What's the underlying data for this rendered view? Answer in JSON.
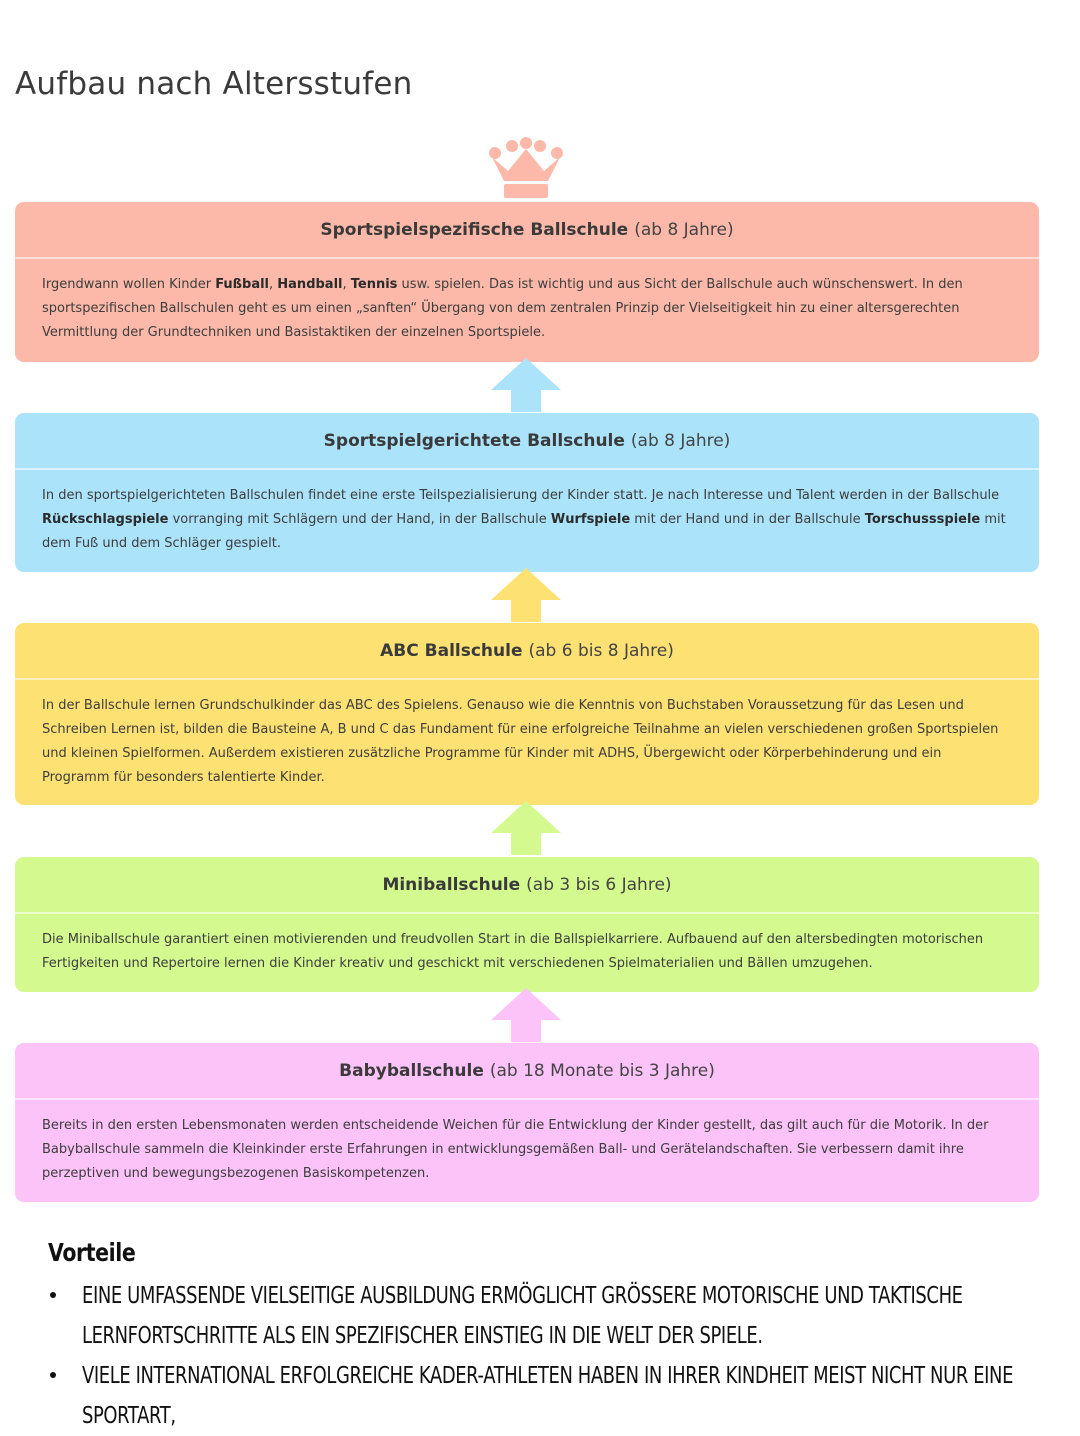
{
  "page": {
    "title": "Aufbau nach Altersstufen"
  },
  "colors": {
    "level1": "#fcb9a9",
    "level2": "#abe3fb",
    "level3": "#fde172",
    "level4": "#d4fa8f",
    "level5": "#fcc3f9"
  },
  "levels": [
    {
      "name": "Sportspielspezifische Ballschule",
      "age": "(ab 8 Jahre)",
      "text_parts": [
        {
          "t": "Irgendwann wollen Kinder "
        },
        {
          "t": "Fußball",
          "b": true
        },
        {
          "t": ", "
        },
        {
          "t": "Handball",
          "b": true
        },
        {
          "t": ", "
        },
        {
          "t": "Tennis",
          "b": true
        },
        {
          "t": " usw. spielen. Das ist wichtig und aus Sicht der Ballschule auch wünschenswert. In den sportspezifischen Ballschulen geht es um einen „sanften“ Übergang von dem zentralen Prinzip der Vielseitigkeit hin zu einer altersgerechten Vermittlung der Grundtechniken und Basistaktiken der einzelnen Sportspiele."
        }
      ]
    },
    {
      "name": "Sportspielgerichtete Ballschule",
      "age": "(ab 8 Jahre)",
      "text_parts": [
        {
          "t": "In den sportspielgerichteten Ballschulen findet eine erste Teilspezialisierung der Kinder statt. Je nach Interesse und Talent werden in der Ballschule "
        },
        {
          "t": "Rückschlagspiele",
          "b": true
        },
        {
          "t": " vorranging mit Schlägern und der Hand, in der Ballschule "
        },
        {
          "t": "Wurfspiele",
          "b": true
        },
        {
          "t": " mit der Hand und in der Ballschule "
        },
        {
          "t": "Torschussspiele",
          "b": true
        },
        {
          "t": " mit dem Fuß und dem Schläger gespielt."
        }
      ]
    },
    {
      "name": "ABC Ballschule",
      "age": "(ab 6 bis 8 Jahre)",
      "text_parts": [
        {
          "t": "In der Ballschule lernen Grundschulkinder das ABC des Spielens. Genauso wie die Kenntnis von Buchstaben Voraussetzung für das Lesen und Schreiben Lernen ist, bilden die Bausteine A, B und C das Fundament für eine erfolgreiche Teilnahme an vielen verschiedenen großen Sportspielen und kleinen Spielformen. Außerdem existieren zusätzliche Programme für Kinder mit ADHS, Übergewicht oder Körperbehinderung und ein Programm für besonders talentierte Kinder."
        }
      ]
    },
    {
      "name": "Miniballschule",
      "age": "(ab 3 bis 6 Jahre)",
      "text_parts": [
        {
          "t": "Die Miniballschule garantiert einen motivierenden und freudvollen Start in die Ballspielkarriere. Aufbauend auf den altersbedingten motorischen Fertigkeiten und Repertoire lernen die Kinder kreativ und geschickt mit verschiedenen Spielmaterialien und Bällen umzugehen."
        }
      ]
    },
    {
      "name": "Babyballschule",
      "age": "(ab 18 Monate bis 3 Jahre)",
      "text_parts": [
        {
          "t": "Bereits in den ersten Lebensmonaten werden entscheidende Weichen für die Entwicklung der Kinder gestellt, das gilt auch für die Motorik. In der Babyballschule sammeln die Kleinkinder erste Erfahrungen in entwicklungsgemäßen Ball- und Gerätelandschaften. Sie verbessern damit ihre perzeptiven und bewegungsbezogenen Basiskompetenzen."
        }
      ]
    }
  ],
  "vorteile": {
    "title": "Vorteile",
    "items": [
      "Eine umfassende vielseitige Ausbildung ermöglicht größere motorische und taktische Lernfortschritte als ein spezifischer Einstieg in die Welt der Spiele.",
      "Viele international erfolgreiche Kader-Athleten haben in ihrer Kindheit meist nicht nur eine Sportart,"
    ]
  }
}
